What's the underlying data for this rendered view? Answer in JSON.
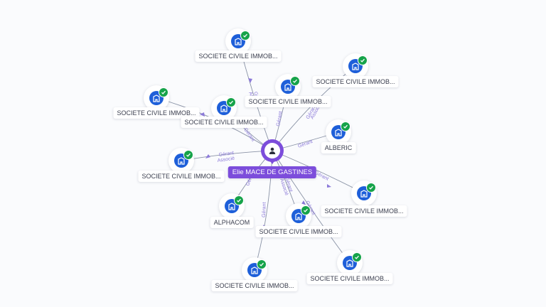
{
  "center": {
    "label": "Elie MACE DE GASTINES",
    "icon": "person-icon"
  },
  "nodes": [
    {
      "label": "SOCIETE CIVILE IMMOB...",
      "icon": "building-icon",
      "verified": true
    },
    {
      "label": "SOCIETE CIVILE IMMOB...",
      "icon": "building-icon",
      "verified": true
    },
    {
      "label": "SOCIETE CIVILE IMMOB...",
      "icon": "building-icon",
      "verified": true
    },
    {
      "label": "SOCIETE CIVILE IMMOB...",
      "icon": "building-icon",
      "verified": true
    },
    {
      "label": "SOCIETE CIVILE IMMOB...",
      "icon": "building-icon",
      "verified": true
    },
    {
      "label": "ALBERIC",
      "icon": "building-icon",
      "verified": true
    },
    {
      "label": "SOCIETE CIVILE IMMOB...",
      "icon": "building-icon",
      "verified": true
    },
    {
      "label": "SOCIETE CIVILE IMMOB...",
      "icon": "building-icon",
      "verified": true
    },
    {
      "label": "ALPHACOM",
      "icon": "building-icon",
      "verified": true
    },
    {
      "label": "SOCIETE CIVILE IMMOB...",
      "icon": "building-icon",
      "verified": true
    },
    {
      "label": "SOCIETE CIVILE IMMOB...",
      "icon": "building-icon",
      "verified": true
    },
    {
      "label": "SOCIETE CIVILE IMMOB...",
      "icon": "building-icon",
      "verified": true
    }
  ],
  "edge_labels": {
    "gerant": "Gérant",
    "associe": "Associé",
    "ges": "Gé",
    "ass": "Ass"
  },
  "colors": {
    "center": "#7c4ddb",
    "node": "#1e5fd9",
    "verified": "#16a34a",
    "edge_label": "#8c7ad9"
  }
}
